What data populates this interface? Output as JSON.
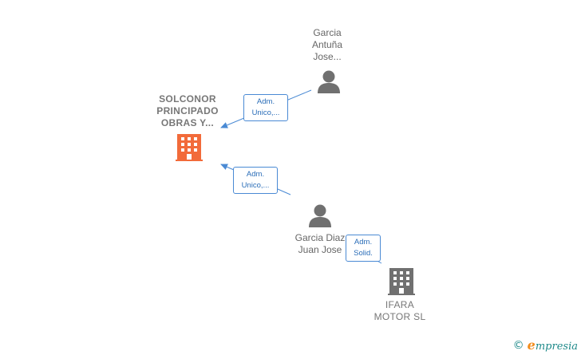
{
  "nodes": {
    "solconor": {
      "lines": [
        "SOLCONOR",
        "PRINCIPADO",
        "OBRAS Y..."
      ],
      "icon": "building-icon",
      "color": "#f26b3a"
    },
    "garcia_antuna": {
      "lines": [
        "Garcia",
        "Antuña",
        "Jose..."
      ],
      "icon": "person-icon",
      "color": "#707070"
    },
    "garcia_diaz": {
      "lines": [
        "Garcia Diaz",
        "Juan Jose"
      ],
      "icon": "person-icon",
      "color": "#707070"
    },
    "ifara": {
      "lines": [
        "IFARA",
        "MOTOR SL"
      ],
      "icon": "building-icon",
      "color": "#707070"
    }
  },
  "edges": {
    "antuna_to_solconor": {
      "lines": [
        "Adm.",
        "Unico,..."
      ]
    },
    "diaz_to_solconor": {
      "lines": [
        "Adm.",
        "Unico,..."
      ]
    },
    "diaz_to_ifara": {
      "lines": [
        "Adm.",
        "Solid."
      ]
    }
  },
  "colors": {
    "edge": "#4a8ad4"
  },
  "brand": {
    "copyright": "©",
    "initial": "e",
    "rest": "mpresia"
  }
}
